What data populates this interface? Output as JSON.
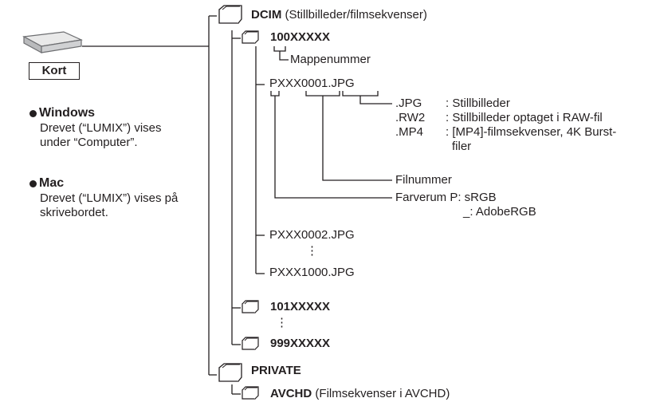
{
  "card": {
    "label": "Kort"
  },
  "windows": {
    "heading": "Windows",
    "line1": "Drevet (“LUMIX”) vises",
    "line2": "under “Computer”."
  },
  "mac": {
    "heading": "Mac",
    "line1": "Drevet (“LUMIX”) vises på",
    "line2": "skrivebordet."
  },
  "tree": {
    "dcim": {
      "name": "DCIM",
      "desc": "(Stillbilleder/filmsekvenser)"
    },
    "folder_100": "100XXXXX",
    "folder_number_label": "Mappenummer",
    "file1": "PXXX0001.JPG",
    "ext_jpg": ".JPG",
    "ext_jpg_desc": ": Stillbilleder",
    "ext_rw2": ".RW2",
    "ext_rw2_desc": ": Stillbilleder optaget i RAW-fil",
    "ext_mp4": ".MP4",
    "ext_mp4_desc": ": [MP4]-filmsekvenser, 4K Burst-",
    "ext_mp4_desc2": "filer",
    "file_number_label": "Filnummer",
    "colorspace_label": "Farverum P: sRGB",
    "colorspace_adobe": "_: AdobeRGB",
    "file2": "PXXX0002.JPG",
    "vdots": "⋮",
    "file1000": "PXXX1000.JPG",
    "folder_101": "101XXXXX",
    "folder_999": "999XXXXX",
    "private": "PRIVATE",
    "avchd": {
      "name": "AVCHD",
      "desc": "(Filmsekvenser i AVCHD)"
    }
  }
}
